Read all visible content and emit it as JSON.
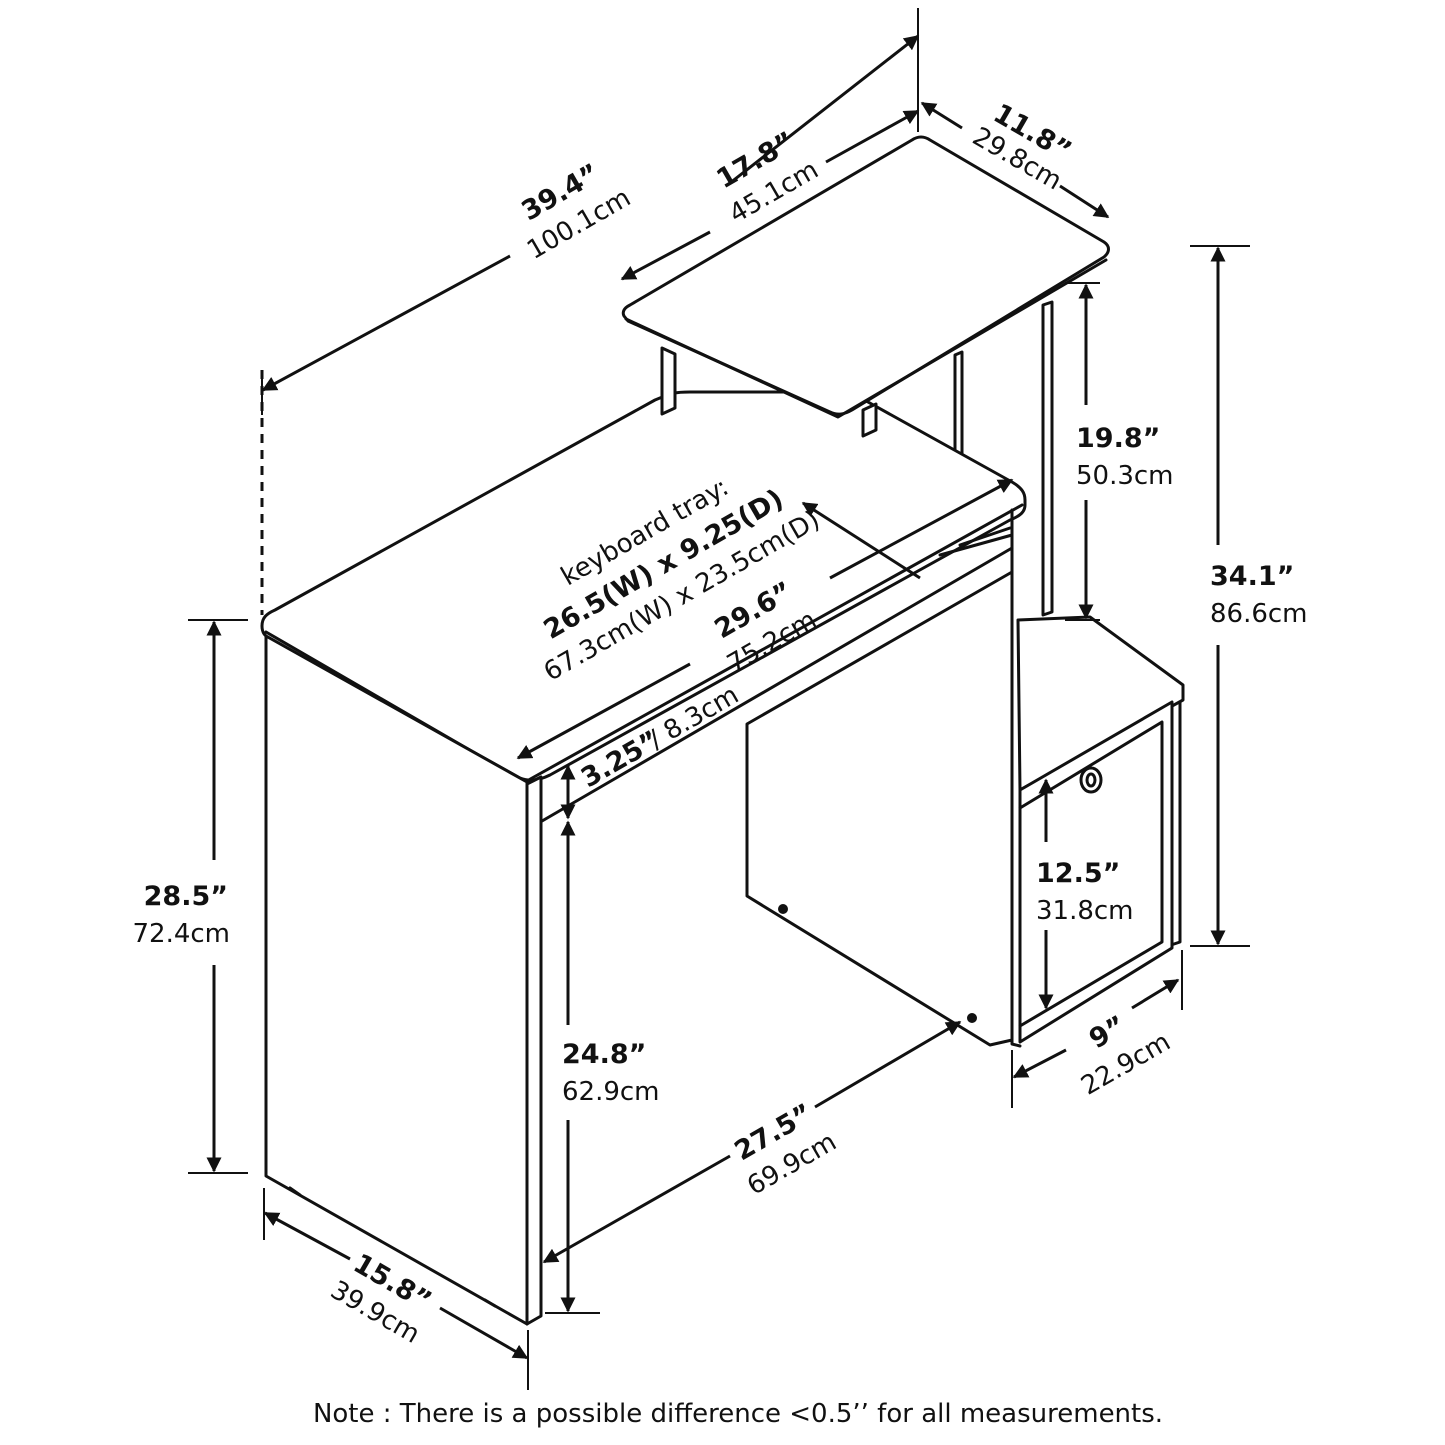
{
  "dimensions": {
    "overall_width": {
      "in": "39.4”",
      "cm": "100.1cm"
    },
    "shelf_width": {
      "in": "17.8”",
      "cm": "45.1cm"
    },
    "shelf_depth": {
      "in": "11.8”",
      "cm": "29.8cm"
    },
    "shelf_height": {
      "in": "19.8”",
      "cm": "50.3cm"
    },
    "overall_height": {
      "in": "34.1”",
      "cm": "86.6cm"
    },
    "desk_width": {
      "in": "29.6”",
      "cm": "75.2cm"
    },
    "tray_gap": {
      "in": "3.25”",
      "cm": "/ 8.3cm"
    },
    "desk_height": {
      "in": "28.5”",
      "cm": "72.4cm"
    },
    "leg_clearance": {
      "in": "24.8”",
      "cm": "62.9cm"
    },
    "knee_width": {
      "in": "27.5”",
      "cm": "69.9cm"
    },
    "desk_depth": {
      "in": "15.8”",
      "cm": "39.9cm"
    },
    "cubby_height": {
      "in": "12.5”",
      "cm": "31.8cm"
    },
    "cubby_width": {
      "in": "9”",
      "cm": "22.9cm"
    }
  },
  "keyboard_tray": {
    "label": "keyboard tray:",
    "size_in": "26.5(W) x 9.25(D)",
    "size_cm": "67.3cm(W) x 23.5cm(D)"
  },
  "note": "Note : There is a possible difference <0.5’’ for all measurements."
}
